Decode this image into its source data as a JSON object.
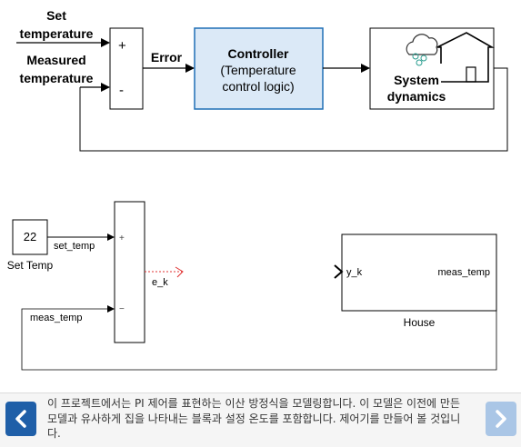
{
  "overview": {
    "set_label_1": "Set",
    "set_label_2": "temperature",
    "measured_label_1": "Measured",
    "measured_label_2": "temperature",
    "plus": "+",
    "minus": "-",
    "error_label": "Error",
    "controller_title": "Controller",
    "controller_sub_1": "(Temperature",
    "controller_sub_2": "control logic)",
    "system_label_1": "System",
    "system_label_2": "dynamics",
    "controller_fill": "#dbe9f7",
    "controller_border": "#1f6fb5"
  },
  "model": {
    "constant_value": "22",
    "constant_label": "Set Temp",
    "set_temp_signal": "set_temp",
    "meas_temp_signal": "meas_temp",
    "sum_plus": "+",
    "sum_minus": "−",
    "error_signal": "e_k",
    "house_in_port": "y_k",
    "house_out_port": "meas_temp",
    "house_label": "House",
    "unconnected_color": "#e03030"
  },
  "footer": {
    "text": "이 프로젝트에서는 PI 제어를 표현하는 이산 방정식을 모델링합니다. 이 모델은 이전에 만든 모델과 유사하게 집을 나타내는 블록과 설정 온도를 포함합니다. 제어기를 만들어 볼 것입니다.",
    "prev_icon": "chevron-left-icon",
    "next_icon": "chevron-right-icon",
    "prev_color": "#1f5fa8",
    "next_color": "#aac6e6"
  }
}
